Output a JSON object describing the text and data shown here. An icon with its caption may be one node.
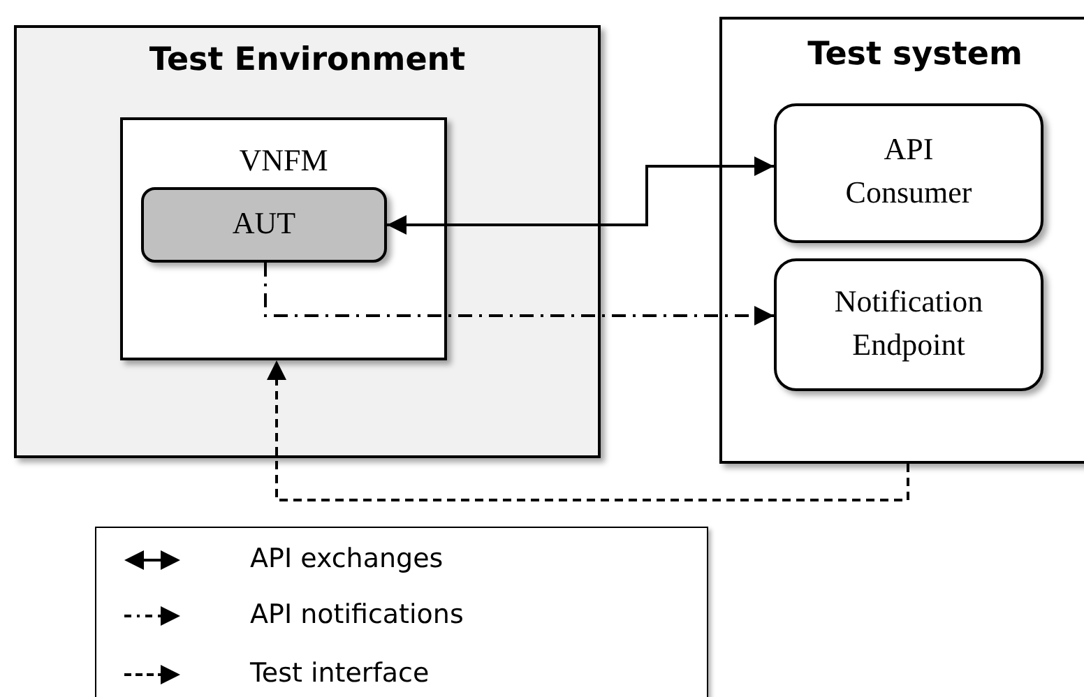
{
  "diagram": {
    "nodes": [
      {
        "text": [
          "Test Environment"
        ]
      },
      {
        "text": [
          "VNFM"
        ],
        "in": 0
      },
      {
        "text": [
          "AUT"
        ],
        "in": 1
      },
      {
        "text": [
          "Test system"
        ]
      },
      {
        "text": [
          "API Consumer"
        ],
        "in": 3
      },
      {
        "text": [
          "Notification Endpoint"
        ],
        "in": 3
      }
    ],
    "edges": [
      {
        "from": 2,
        "to": 4,
        "arrow": "both"
      },
      {
        "from": 2,
        "to": 5,
        "arrow": "to",
        "style": "dashed"
      },
      {
        "from": 3,
        "to": 1,
        "arrow": "to",
        "style": "dashed"
      }
    ],
    "legend": [
      {
        "text": "API exchanges"
      },
      {
        "text": "API notifications"
      },
      {
        "text": "Test interface"
      }
    ]
  }
}
